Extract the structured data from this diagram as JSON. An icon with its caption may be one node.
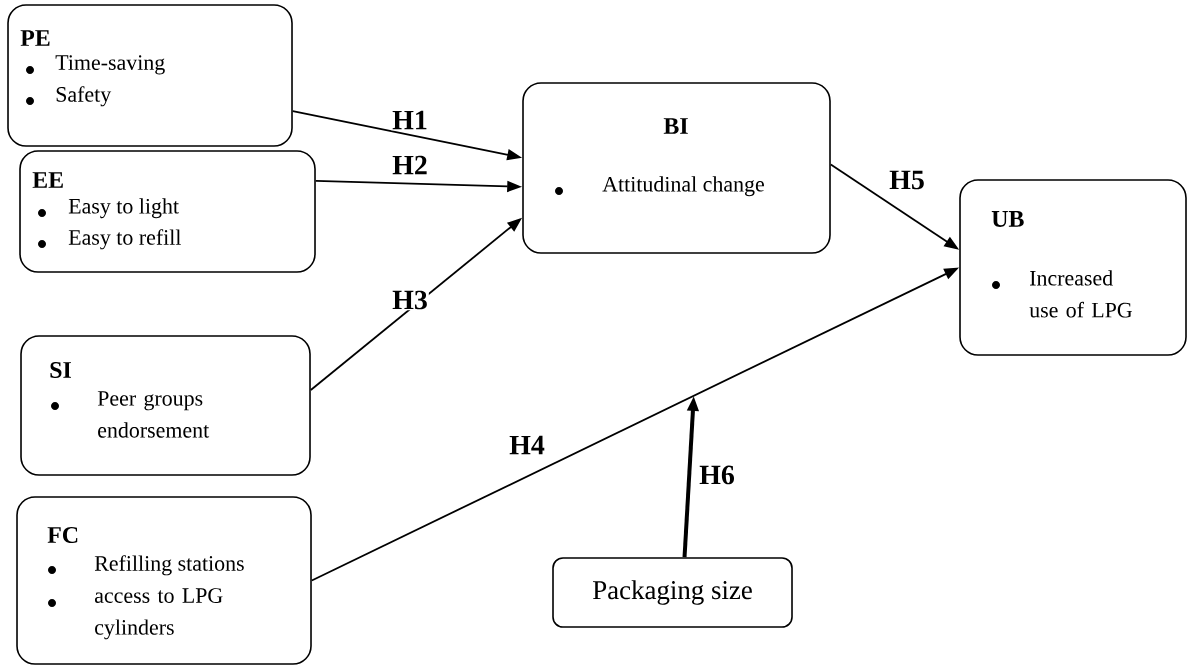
{
  "diagram": {
    "nodes": [
      {
        "text": [
          "PE",
          "Time-saving",
          "Safety"
        ]
      },
      {
        "text": [
          "EE",
          "Easy to light",
          "Easy to refill"
        ]
      },
      {
        "text": [
          "SI",
          "Peer groups endorsement"
        ]
      },
      {
        "text": [
          "FC",
          "Refilling stations",
          "access to LPG cylinders"
        ]
      },
      {
        "text": [
          "BI",
          "Attitudinal change"
        ]
      },
      {
        "text": [
          "UB",
          "Increased use of LPG"
        ]
      },
      {
        "text": [
          "Packaging size"
        ]
      }
    ],
    "edges": [
      {
        "from": 0,
        "to": 4,
        "arrow": "to",
        "label": "H1"
      },
      {
        "from": 1,
        "to": 4,
        "arrow": "to",
        "label": "H2"
      },
      {
        "from": 2,
        "to": 4,
        "arrow": "to",
        "label": "H3"
      },
      {
        "from": 3,
        "to": 5,
        "arrow": "to",
        "label": "H4"
      },
      {
        "from": 4,
        "to": 5,
        "arrow": "to",
        "label": "H5"
      },
      {
        "from": 6,
        "to": null,
        "arrow": "to",
        "label": "H6",
        "style": "thick"
      }
    ]
  }
}
